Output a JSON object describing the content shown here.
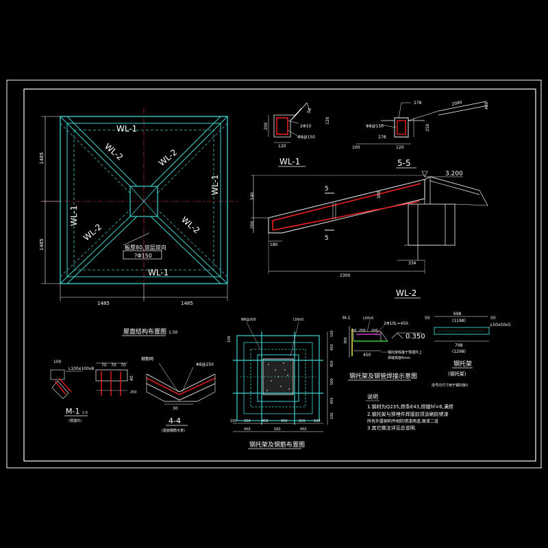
{
  "colors": {
    "background": "#000000",
    "frame": "#ffffff",
    "cyan": "#3fd6d6",
    "red": "#ff2020",
    "white": "#ffffff",
    "yellow": "#ffff40",
    "green": "#40ff40",
    "magenta": "#ff40ff"
  },
  "plan": {
    "labels": {
      "wl1_top": "WL-1",
      "wl1_bottom": "WL-1",
      "wl1_left": "WL-1",
      "wl1_right": "WL-1",
      "wl2_tl": "WL-2",
      "wl2_tr": "WL-2",
      "wl2_bl": "WL-2",
      "wl2_br": "WL-2"
    },
    "note_line1": "板厚80,双层双向",
    "note_line2": "?Φ150",
    "dim_left_top": "1485",
    "dim_left_bottom": "1485",
    "dim_bottom_left": "1485",
    "dim_bottom_right": "1485",
    "title": "屋面结构布置图",
    "scale": "1:50"
  },
  "wl1_section": {
    "title": "WL-1",
    "dim_height": "200",
    "dim_width": "120",
    "dim_right": "120",
    "annot_1": "2Φ10",
    "annot_2": "Φ8@150",
    "annot_3": "50"
  },
  "sec55": {
    "title": "5-5",
    "dim_top": "278",
    "dim_left": "Φ8@150",
    "dim_right": "250",
    "dim_bottom1": "278",
    "dim_bottom2": "100",
    "dim_bottom3": "120",
    "slope_label": "2080",
    "slope_dim": "400"
  },
  "wl2": {
    "title": "WL-2",
    "elev": "3.200",
    "dim_540": "540",
    "dim_200": "200",
    "dim_180": "180",
    "dim_2300": "2300",
    "dim_334": "334",
    "sec_mark_top": "5",
    "sec_mark_bottom": "5",
    "dim_mid": "300"
  },
  "m1": {
    "title": "M-1",
    "scale": "1:5",
    "subtitle": "(预埋件)",
    "spec": "L100x100x8",
    "dim_100": "100",
    "dim_70a": "70",
    "dim_70b": "70",
    "dim_70c": "70",
    "dim_40": "40",
    "dim_250": "250"
  },
  "s44": {
    "title": "4-4",
    "subtitle": "(屋面钢筋示意)",
    "dim_30": "30",
    "label_1": "钢筋网",
    "label_2": "Φ8@250"
  },
  "base_plan": {
    "title": "钢托架及钢筋布置图",
    "label_top1": "Φ8@200",
    "label_top2": "L50x5",
    "dim_bottom": [
      "100",
      "250",
      "450",
      "450",
      "250",
      "100"
    ],
    "dim_bottom2": [
      "450",
      "500",
      "450"
    ],
    "dim_right": [
      "100",
      "450",
      "450",
      "500",
      "450",
      "100"
    ],
    "dim_left_top": "100"
  },
  "weld_detail": {
    "title": "钢托架及钢管焊接示意图",
    "m1": "M-1",
    "label_1": "L50x5",
    "label_2": "2Φ10L=450",
    "elev": "0.350",
    "dim_50": "50",
    "dim_250": "250",
    "dim_100": "100",
    "dim_450": "450",
    "dim_300": "300",
    "note_1": "钢托架焊接于预埋件上",
    "note_2": "焊缝高度6mm"
  },
  "steel_bar": {
    "title": "钢托架",
    "dim_left": "50",
    "dim_top": "698",
    "dim_top_sub": "(1198)",
    "dim_right": "50",
    "spec_right": "L50x50x5",
    "dim_bottom": "798",
    "dim_bottom_sub": "(1298)",
    "sub1": "(钢托架)",
    "note": "括号内尺寸用于钢托架2"
  },
  "notes": {
    "heading": "说明",
    "items": [
      "1.钢材为Q235,焊条E43,焊缝hf=6,满焊",
      "2.钢托架与预埋件焊接前须涂刷防锈漆",
      "  所有外露钢构件刷防锈漆两道,面漆二道",
      "3.其它做法详见总说明."
    ]
  }
}
